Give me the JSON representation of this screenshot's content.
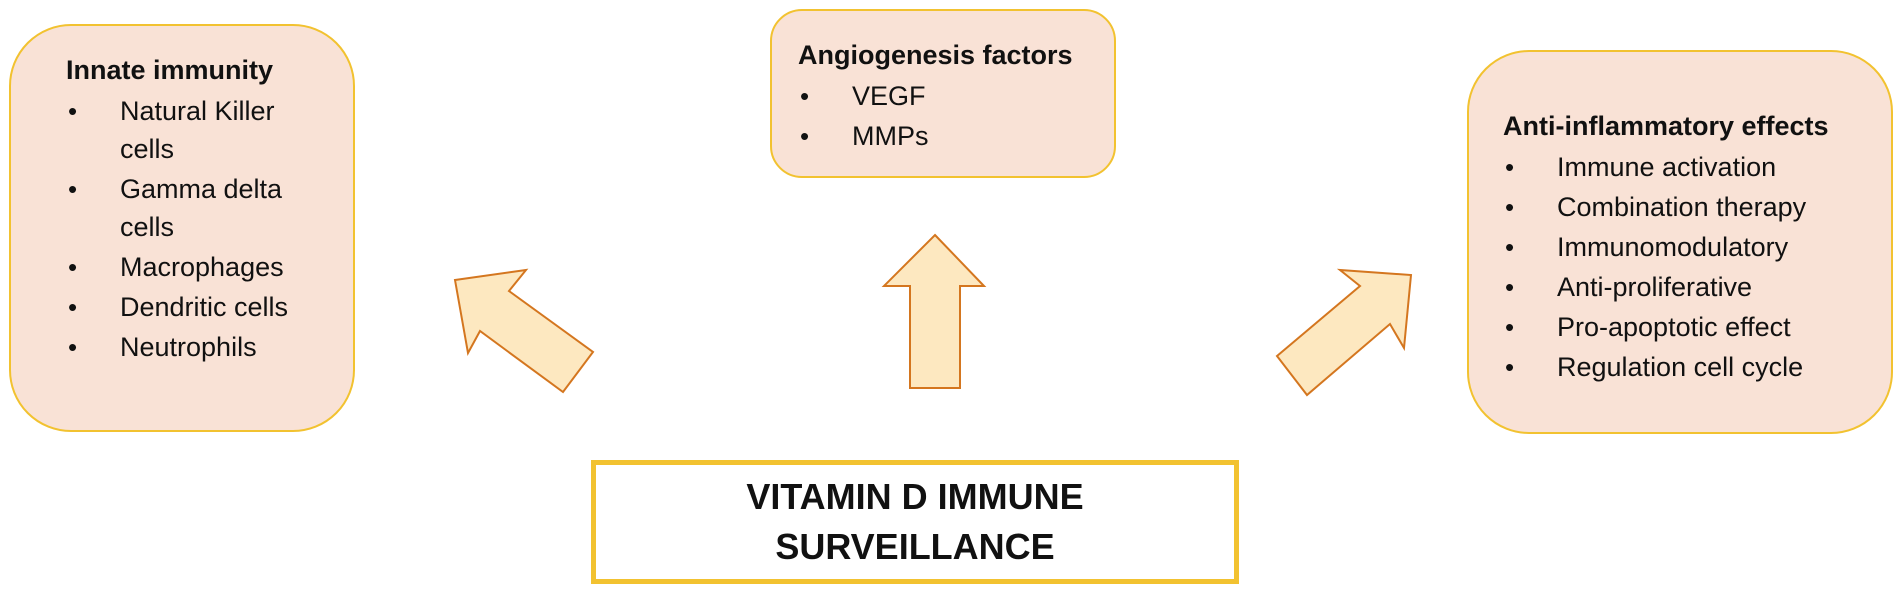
{
  "center": {
    "title": "VITAMIN D IMMUNE SURVEILLANCE"
  },
  "left_box": {
    "title": "Innate immunity",
    "items": [
      "Natural Killer cells",
      "Gamma delta cells",
      "Macrophages",
      "Dendritic cells",
      "Neutrophils"
    ]
  },
  "top_box": {
    "title": "Angiogenesis factors",
    "items": [
      "VEGF",
      "MMPs"
    ]
  },
  "right_box": {
    "title": "Anti-inflammatory effects",
    "items": [
      "Immune activation",
      "Combination therapy",
      "Immunomodulatory",
      "Anti-proliferative",
      "Pro-apoptotic effect",
      "Regulation cell cycle"
    ]
  },
  "bullet_glyph": "•",
  "colors": {
    "box_fill": "#f9e2d6",
    "box_border": "#f2c230",
    "arrow_fill": "#fde8c0",
    "arrow_stroke": "#d4761f"
  },
  "arrows": [
    "arrow-up-left",
    "arrow-up",
    "arrow-up-right"
  ]
}
